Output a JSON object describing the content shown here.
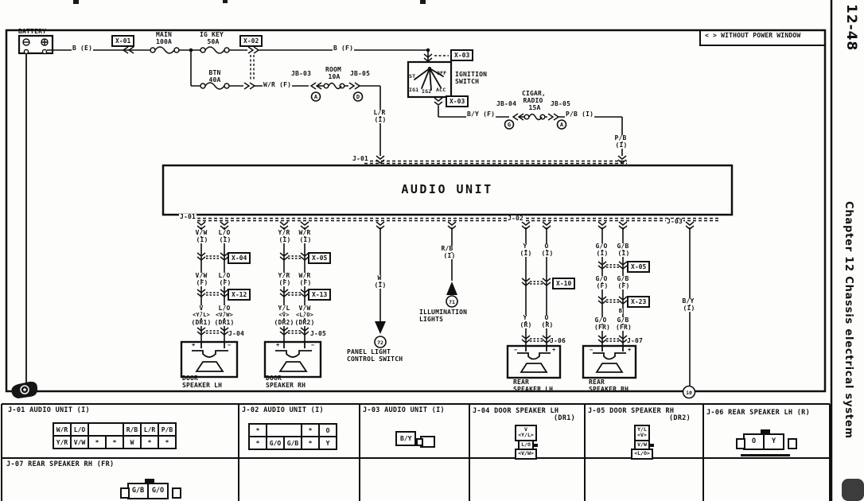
{
  "sidebar": {
    "page_number": "12-48",
    "chapter": "Chapter 12  Chassis electrical system"
  },
  "note": "< > WITHOUT POWER WINDOW",
  "audio_unit": {
    "title": "AUDIO UNIT",
    "j01_top": "J-01",
    "j01_bottom": "J-01",
    "j02": "J-02",
    "j03": "J-03"
  },
  "battery": {
    "label": "BATTERY"
  },
  "power": {
    "b_e": "B (E)",
    "x01": "X-01",
    "fuse_main": {
      "name": "MAIN",
      "amp": "100A"
    },
    "fuse_igkey": {
      "name": "IG KEY",
      "amp": "50A"
    },
    "x02": "X-02",
    "b_f": "B (F)",
    "fuse_btn": {
      "name": "BTN",
      "amp": "40A"
    },
    "wr_f": "W/R (F)",
    "jb03": "JB-03",
    "fuse_room": {
      "name": "ROOM",
      "amp": "10A"
    },
    "jb05_room": "JB-05",
    "pin_a": "A",
    "pin_d": "D",
    "lr": {
      "color": "L/R",
      "harness": "(I)"
    },
    "x03_top": "X-03",
    "x03_bottom": "X-03",
    "ignition": {
      "line1": "IGNITION",
      "line2": "SWITCH",
      "st": "ST",
      "off": "OFF",
      "ig1": "IG1",
      "ig2": "IG2",
      "acc": "ACC"
    },
    "by_f": "B/Y (F)",
    "jb04": "JB-04",
    "fuse_cigar": {
      "name1": "CIGAR,",
      "name2": "RADIO",
      "amp": "15A"
    },
    "jb05_cigar": "JB-05",
    "pin_g": "G",
    "pin_a2": "A",
    "pb_i": "P/B (I)",
    "pb": {
      "color": "P/B",
      "harness": "(I)"
    }
  },
  "branches": {
    "x04": "X-04",
    "x12": "X-12",
    "x05_left": "X-05",
    "x13": "X-13",
    "x10": "X-10",
    "x05_right": "X-05",
    "x23": "X-23",
    "b_label": "B",
    "j04": "J-04",
    "j05": "J-05",
    "j06": "J-06",
    "j07": "J-07",
    "cols": [
      {
        "w1": "V/W",
        "h1": "(I)",
        "w2": "V/W",
        "h2": "(F)",
        "w3": "V",
        "alt3": "<Y/L>",
        "h3": "(DR1)"
      },
      {
        "w1": "L/O",
        "h1": "(I)",
        "w2": "L/O",
        "h2": "(F)",
        "w3": "L/O",
        "alt3": "<V/W>",
        "h3": "(DR1)"
      },
      {
        "w1": "Y/R",
        "h1": "(I)",
        "w2": "Y/R",
        "h2": "(F)",
        "w3": "Y/L",
        "alt3": "<V>",
        "h3": "(DR2)"
      },
      {
        "w1": "W/R",
        "h1": "(I)",
        "w2": "W/R",
        "h2": "(F)",
        "w3": "V/W",
        "alt3": "<L/O>",
        "h3": "(DR2)"
      },
      {
        "w1": "W",
        "h1": "(I)"
      },
      {
        "w1": "R/B",
        "h1": "(I)"
      },
      {
        "w1": "Y",
        "h1": "(I)",
        "w3": "Y",
        "h3": "(R)"
      },
      {
        "w1": "O",
        "h1": "(I)",
        "w3": "O",
        "h3": "(R)"
      },
      {
        "w1": "G/O",
        "h1": "(I)",
        "w2": "G/O",
        "h2": "(F)",
        "w3": "G/O",
        "h3": "(FR)"
      },
      {
        "w1": "G/B",
        "h1": "(I)",
        "w2": "G/B",
        "h2": "(F)",
        "w3": "G/B",
        "h3": "(FR)"
      },
      {
        "w1": "B/Y",
        "h1": "(I)"
      }
    ]
  },
  "devices": {
    "door_lh": {
      "name1": "DOOR",
      "name2": "SPEAKER LH",
      "term_left": "+",
      "term_right": "−"
    },
    "door_rh": {
      "name1": "DOOR",
      "name2": "SPEAKER RH",
      "term_left": "+",
      "term_right": "−"
    },
    "rear_lh": {
      "name1": "REAR",
      "name2": "SPEAKER LH",
      "term_left": "−",
      "term_right": "+"
    },
    "rear_rh": {
      "name1": "REAR",
      "name2": "SPEAKER RH",
      "term_left": "−",
      "term_right": "+"
    },
    "illumination": {
      "name1": "ILLUMINATION",
      "name2": "LIGHTS",
      "ref": "71"
    },
    "panel_switch": {
      "name1": "PANEL LIGHT",
      "name2": "CONTROL SWITCH",
      "ref": "72"
    },
    "ground_ref": "10"
  },
  "tables": {
    "j01": {
      "title": "J-01 AUDIO UNIT (I)",
      "r1": [
        "W/R",
        "L/O",
        "R/B",
        "L/R",
        "P/B"
      ],
      "r2": [
        "Y/R",
        "V/W",
        "*",
        "*",
        "W",
        "*",
        "*"
      ]
    },
    "j02": {
      "title": "J-02 AUDIO UNIT (I)",
      "r1": [
        "*",
        "*",
        "O"
      ],
      "r2": [
        "*",
        "G/O",
        "G/B",
        "*",
        "Y"
      ]
    },
    "j03": {
      "title": "J-03 AUDIO UNIT (I)",
      "pin": "B/Y"
    },
    "j04": {
      "title": "J-04 DOOR SPEAKER LH",
      "sub": "(DR1)",
      "pin1a": "V",
      "pin1b": "<Y/L>",
      "pin2": "L/O",
      "pin3": "<V/W>"
    },
    "j05": {
      "title": "J-05 DOOR SPEAKER RH",
      "sub": "(DR2)",
      "pin1a": "Y/L",
      "pin1b": "<V>",
      "pin2": "V/W",
      "pin3": "<L/O>"
    },
    "j06": {
      "title": "J-06 REAR SPEAKER LH (R)",
      "pins": [
        "O",
        "Y"
      ]
    },
    "j07": {
      "title": "J-07 REAR SPEAKER RH (FR)",
      "pins": [
        "G/B",
        "G/O"
      ]
    }
  }
}
